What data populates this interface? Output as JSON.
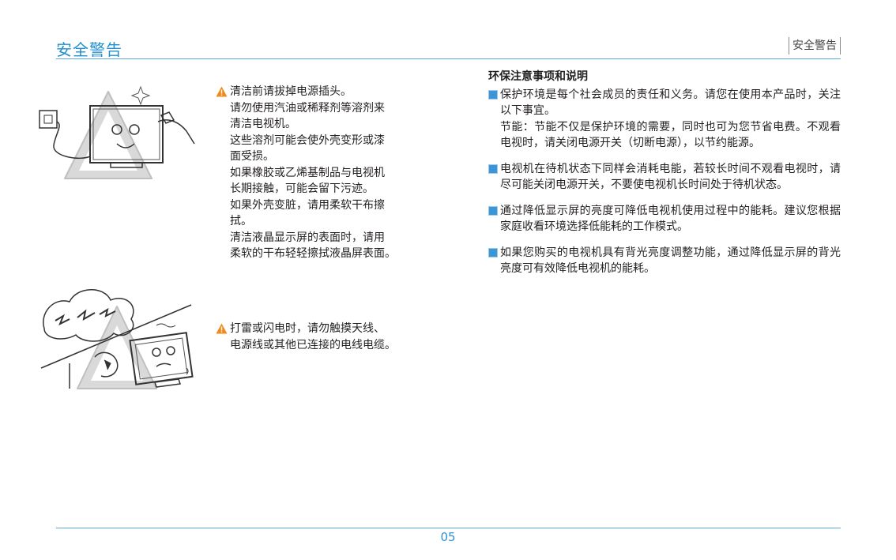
{
  "header": {
    "title": "安全警告",
    "tag": "安全警告"
  },
  "warnings": [
    {
      "heading": "清洁前请拔掉电源插头。",
      "lines": [
        "请勿使用汽油或稀释剂等溶剂来",
        "清洁电视机。",
        "这些溶剂可能会使外壳变形或漆",
        "面受损。",
        "如果橡胶或乙烯基制品与电视机",
        "长期接触，可能会留下污迹。",
        "如果外壳变脏，请用柔软干布擦",
        "拭。",
        "清洁液晶显示屏的表面时，请用",
        "柔软的干布轻轻擦拭液晶屏表面。"
      ]
    },
    {
      "heading": "打雷或闪电时，请勿触摸天线、",
      "lines": [
        "电源线或其他已连接的电线电缆。"
      ]
    }
  ],
  "eco": {
    "title": "环保注意事项和说明",
    "items": [
      {
        "paragraphs": [
          "保护环境是每个社会成员的责任和义务。请您在使用本产品时，关注以下事宜。",
          "节能：节能不仅是保护环境的需要，同时也可为您节省电费。不观看电视时，请关闭电源开关（切断电源），以节约能源。"
        ]
      },
      {
        "paragraphs": [
          "电视机在待机状态下同样会消耗电能，若较长时间不观看电视时，请尽可能关闭电源开关，不要使电视机长时间处于待机状态。"
        ]
      },
      {
        "paragraphs": [
          "通过降低显示屏的亮度可降低电视机使用过程中的能耗。建议您根据家庭收看环境选择低能耗的工作模式。"
        ]
      },
      {
        "paragraphs": [
          "如果您购买的电视机具有背光亮度调整功能，通过降低显示屏的背光亮度可有效降低电视机的能耗。"
        ]
      }
    ]
  },
  "footer": {
    "page_number": "05"
  },
  "colors": {
    "accent": "#1f8fd0",
    "warning": "#f08a1c"
  },
  "icons": [
    "warning-triangle-icon",
    "square-bullet-icon"
  ]
}
